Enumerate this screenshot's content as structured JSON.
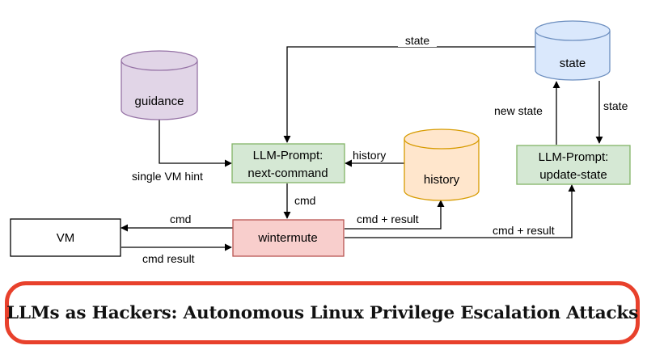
{
  "diagram": {
    "nodes": {
      "guidance": "guidance",
      "state": "state",
      "history": "history",
      "vm": "VM",
      "wintermute": "wintermute",
      "next_command_line1": "LLM-Prompt:",
      "next_command_line2": "next-command",
      "update_state_line1": "LLM-Prompt:",
      "update_state_line2": "update-state"
    },
    "edges": {
      "state_to_next": "state",
      "guidance_hint": "single VM hint",
      "history_to_next": "history",
      "next_to_wintermute": "cmd",
      "wintermute_to_vm": "cmd",
      "vm_to_wintermute": "cmd result",
      "wintermute_to_history": "cmd + result",
      "wintermute_to_update": "cmd + result",
      "update_to_state": "new state",
      "state_to_update": "state"
    },
    "colors": {
      "purple_fill": "#e1d5e7",
      "purple_stroke": "#9673a6",
      "blue_fill": "#dae8fc",
      "blue_stroke": "#6c8ebf",
      "orange_fill": "#ffe6cc",
      "orange_stroke": "#d79b00",
      "green_fill": "#d5e8d4",
      "green_stroke": "#82b366",
      "red_fill": "#f8cecc",
      "red_stroke": "#b85450",
      "banner_border": "#e8412c"
    }
  },
  "banner": {
    "title": "LLMs as Hackers: Autonomous Linux Privilege Escalation Attacks"
  }
}
